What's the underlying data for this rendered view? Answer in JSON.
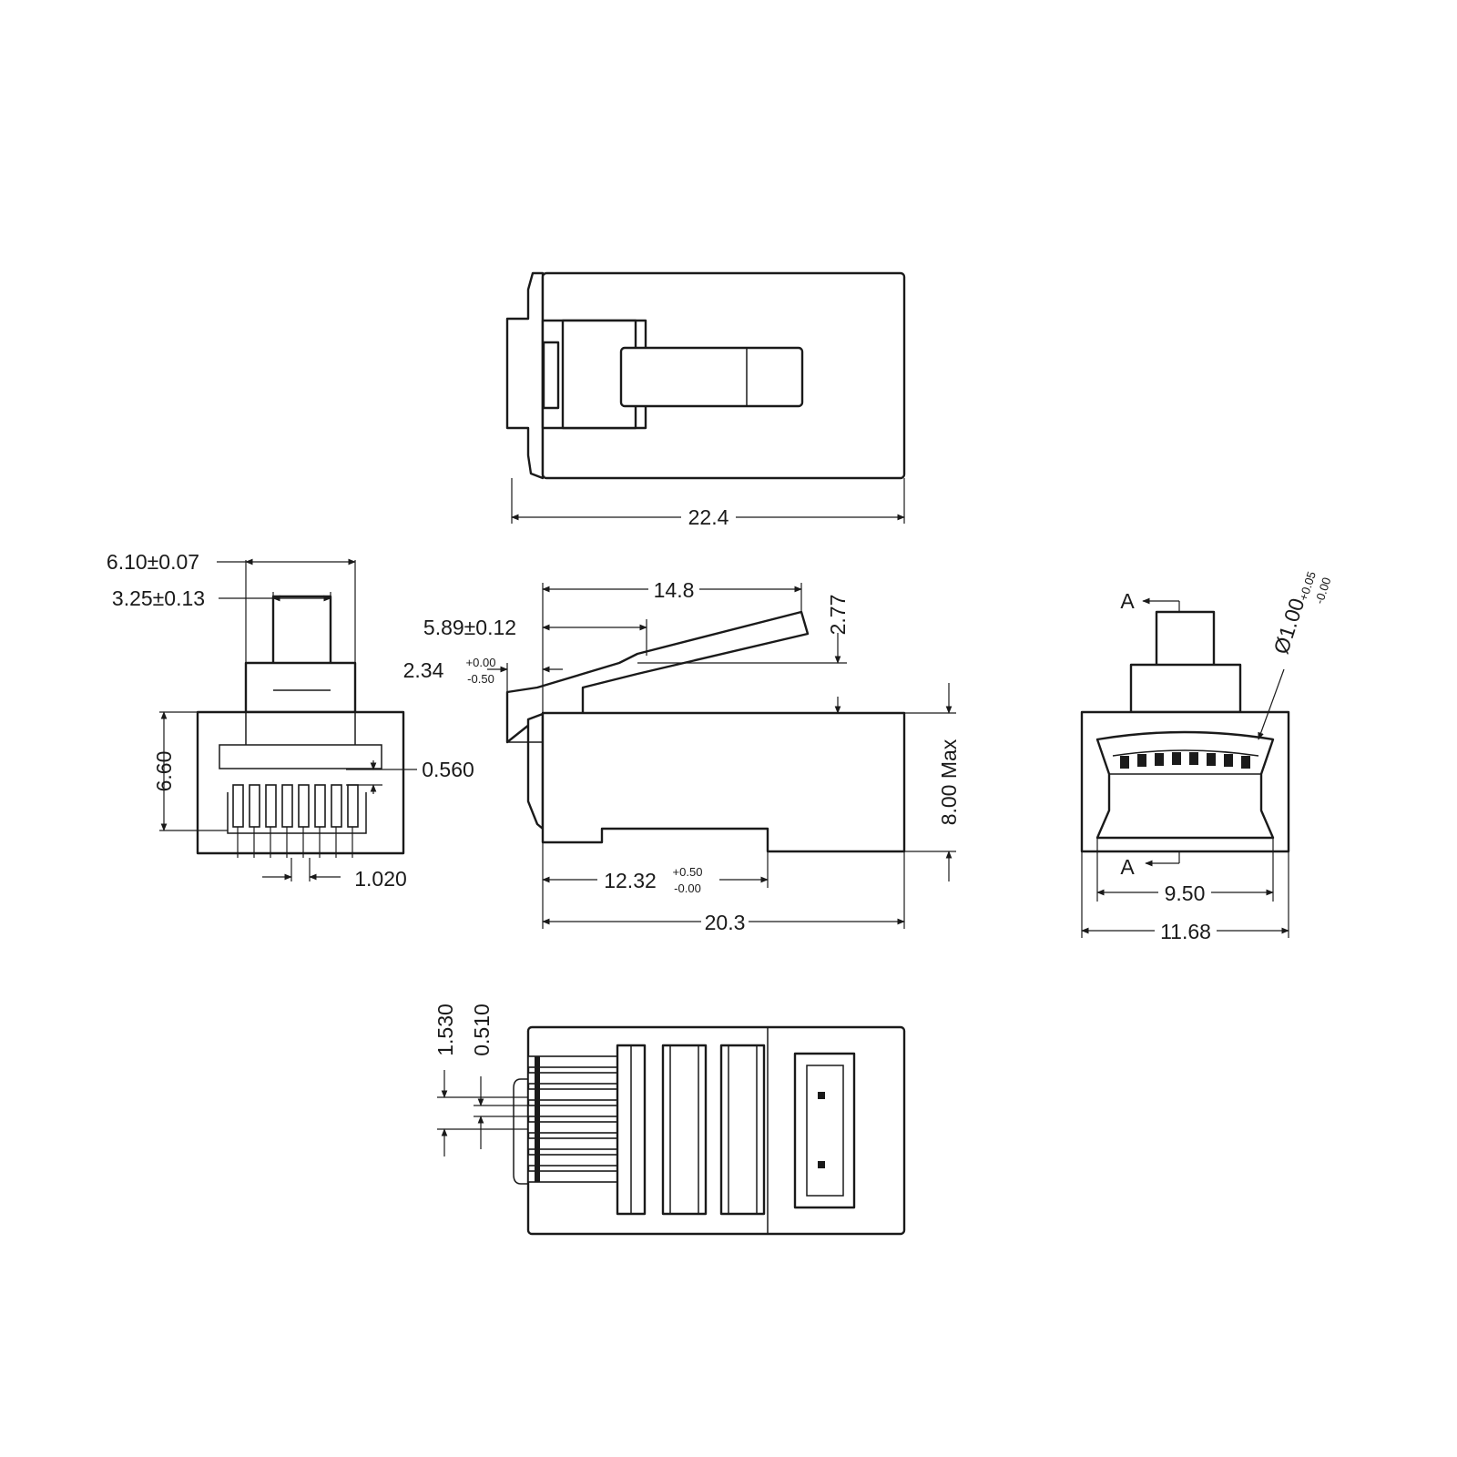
{
  "dimensions": {
    "top_length": "22.4",
    "tab_width": "6.10±0.07",
    "latch_width": "3.25±0.13",
    "front_height": "6.60",
    "contact_thickness": "0.560",
    "contact_pitch": "1.020",
    "latch_length": "14.8",
    "latch_offset": "5.89±0.12",
    "end_offset_main": "2.34",
    "end_offset_tol_upper": "+0.00",
    "end_offset_tol_lower": "-0.50",
    "latch_height": "2.77",
    "body_height": "8.00 Max",
    "crimp_length_main": "12.32",
    "crimp_tol_upper": "+0.50",
    "crimp_tol_lower": "-0.00",
    "side_length": "20.3",
    "hole_diameter_main": "Ø1.00",
    "hole_tol_upper": "+0.05",
    "hole_tol_lower": "-0.00",
    "section_label_top": "A",
    "section_label_bottom": "A",
    "inner_width": "9.50",
    "outer_width": "11.68",
    "blade_height": "1.530",
    "blade_width": "0.510"
  }
}
